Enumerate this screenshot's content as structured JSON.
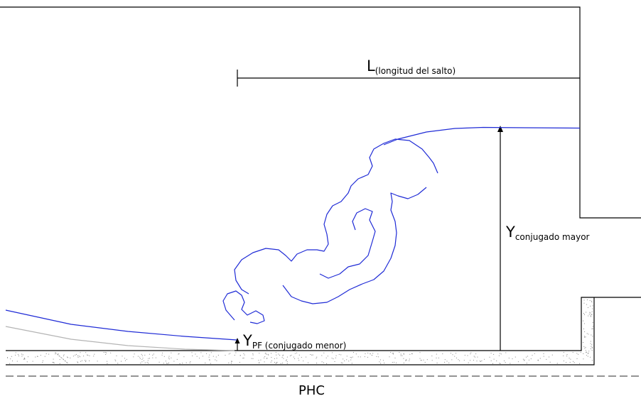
{
  "labels": {
    "jump_length_main": "L",
    "jump_length_sub": "(longitud del salto)",
    "y_major_main": "Y",
    "y_major_sub": "conjugado mayor",
    "y_minor_main": "Y",
    "y_minor_sub": "PF (conjugado menor)",
    "datum": "PHC"
  },
  "colors": {
    "water": "#1f2bd6",
    "structure": "#000000",
    "reference": "#b4b4b4",
    "datum_line": "#555555"
  }
}
